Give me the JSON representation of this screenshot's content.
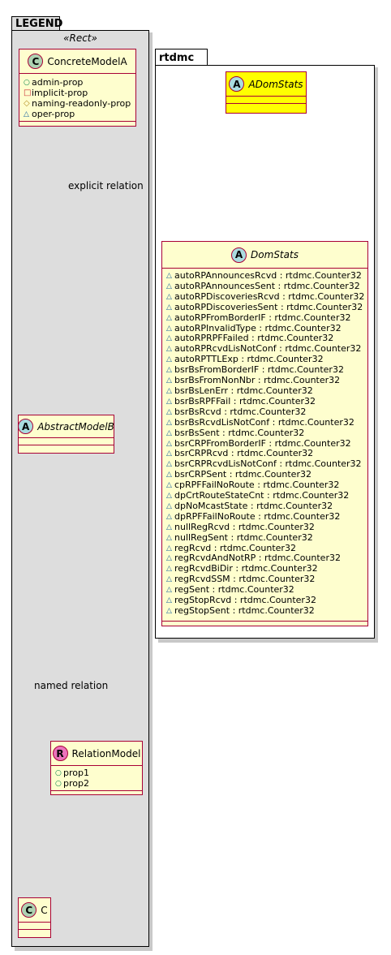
{
  "legend": {
    "package_name": "LEGEND",
    "stereotype": "«Rect»",
    "concrete_model": {
      "badge": "C",
      "name": "ConcreteModelA",
      "members": [
        {
          "vis": "○",
          "name": "admin-prop"
        },
        {
          "vis": "□",
          "name": "implicit-prop"
        },
        {
          "vis": "◇",
          "name": "naming-readonly-prop"
        },
        {
          "vis": "△",
          "name": "oper-prop"
        }
      ]
    },
    "abstract_model": {
      "badge": "A",
      "name": "AbstractModelB"
    },
    "relation_model": {
      "badge": "R",
      "name": "RelationModel",
      "members": [
        {
          "vis": "○",
          "name": "prop1"
        },
        {
          "vis": "○",
          "name": "prop2"
        }
      ]
    },
    "class_c": {
      "badge": "C",
      "name": "C"
    },
    "explicit_relation_label": "explicit relation",
    "named_relation_label": "named relation"
  },
  "rtdmc": {
    "package_name": "rtdmc",
    "adomstats": {
      "badge": "A",
      "name": "ADomStats"
    },
    "domstats": {
      "badge": "A",
      "name": "DomStats",
      "member_vis": "△",
      "members": [
        "autoRPAnnouncesRcvd : rtdmc.Counter32",
        "autoRPAnnouncesSent : rtdmc.Counter32",
        "autoRPDiscoveriesRcvd : rtdmc.Counter32",
        "autoRPDiscoveriesSent : rtdmc.Counter32",
        "autoRPFromBorderIF : rtdmc.Counter32",
        "autoRPInvalidType : rtdmc.Counter32",
        "autoRPRPFFailed : rtdmc.Counter32",
        "autoRPRcvdLisNotConf : rtdmc.Counter32",
        "autoRPTTLExp : rtdmc.Counter32",
        "bsrBsFromBorderIF : rtdmc.Counter32",
        "bsrBsFromNonNbr : rtdmc.Counter32",
        "bsrBsLenErr : rtdmc.Counter32",
        "bsrBsRPFFail : rtdmc.Counter32",
        "bsrBsRcvd : rtdmc.Counter32",
        "bsrBsRcvdLisNotConf : rtdmc.Counter32",
        "bsrBsSent : rtdmc.Counter32",
        "bsrCRPFromBorderIF : rtdmc.Counter32",
        "bsrCRPRcvd : rtdmc.Counter32",
        "bsrCRPRcvdLisNotConf : rtdmc.Counter32",
        "bsrCRPSent : rtdmc.Counter32",
        "cpRPFFailNoRoute : rtdmc.Counter32",
        "dpCrtRouteStateCnt : rtdmc.Counter32",
        "dpNoMcastState : rtdmc.Counter32",
        "dpRPFFailNoRoute : rtdmc.Counter32",
        "nullRegRcvd : rtdmc.Counter32",
        "nullRegSent : rtdmc.Counter32",
        "regRcvd : rtdmc.Counter32",
        "regRcvdAndNotRP : rtdmc.Counter32",
        "regRcvdBiDir : rtdmc.Counter32",
        "regRcvdSSM : rtdmc.Counter32",
        "regSent : rtdmc.Counter32",
        "regStopRcvd : rtdmc.Counter32",
        "regStopSent : rtdmc.Counter32"
      ]
    }
  },
  "colors": {
    "class_fill": "#FEFECE",
    "class_border": "#A80036",
    "abstract_highlight": "#FFFF00",
    "legend_fill": "#DDDDDD",
    "relation_badge": "#EB72BB",
    "concrete_badge": "#ADD1B2",
    "abstract_badge": "#A9DCDF"
  }
}
